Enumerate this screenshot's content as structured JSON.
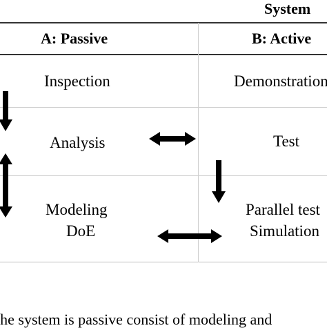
{
  "header": {
    "group_title": "System",
    "col_a": "A: Passive",
    "col_b": "B: Active"
  },
  "rows": [
    {
      "a": "Inspection",
      "b": "Demonstration"
    },
    {
      "a": "Analysis",
      "b": "Test"
    },
    {
      "a": [
        "Modeling",
        "DoE"
      ],
      "b": [
        "Parallel test",
        "Simulation"
      ]
    }
  ],
  "caption": "the system is passive consist of modeling and"
}
